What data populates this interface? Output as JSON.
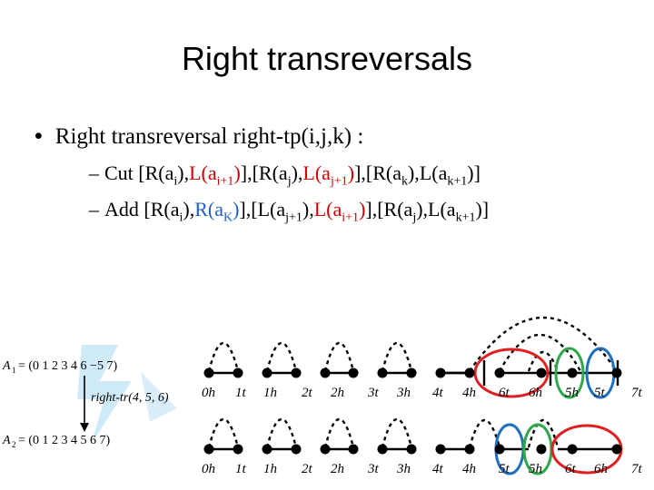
{
  "slide": {
    "title": "Right transreversals",
    "bullet": {
      "symbol": "•",
      "text": "Right transreversal right-tp(i,j,k) :"
    },
    "cut": {
      "dash": "–",
      "lead": "Cut ",
      "parts": [
        "[R(a",
        "i",
        "),",
        "L(a",
        "i+1",
        ")],",
        "[R(a",
        "j",
        "),",
        "L(a",
        "j+1",
        ")],",
        "[R(a",
        "k",
        "),",
        "L(a",
        "k+1",
        ")]"
      ]
    },
    "add": {
      "dash": "–",
      "lead": "Add ",
      "parts": [
        "[R(a",
        "i",
        "),",
        "R(a",
        "K",
        ")],",
        "[L(a",
        "j+1",
        "),",
        "L(a",
        "i+1",
        ")],",
        "[R(a",
        "j",
        "),",
        "L(a",
        "k+1",
        ")]"
      ]
    },
    "left_panel": {
      "a1_label": "A",
      "a1_sub": "1",
      "a1_value": "= (0 1 2 3 4 6 −5 7)",
      "op_label": "right-tr(4, 5, 6)",
      "a2_label": "A",
      "a2_sub": "2",
      "a2_value": "= (0 1 2 3 4 5 6 7)"
    },
    "diagram": {
      "row1_labels": [
        "0h",
        "1t",
        "1h",
        "2t",
        "2h",
        "3t",
        "3h",
        "4t",
        "4h",
        "6t",
        "6h",
        "5h",
        "5t",
        "7t"
      ],
      "row2_labels": [
        "0h",
        "1t",
        "1h",
        "2t",
        "2h",
        "3t",
        "3h",
        "4t",
        "4h",
        "5t",
        "5h",
        "6t",
        "6h",
        "7t"
      ],
      "colors": {
        "red": "#e02020",
        "green": "#2ea84a",
        "blue": "#1f6fbf",
        "black": "#000000"
      }
    }
  }
}
